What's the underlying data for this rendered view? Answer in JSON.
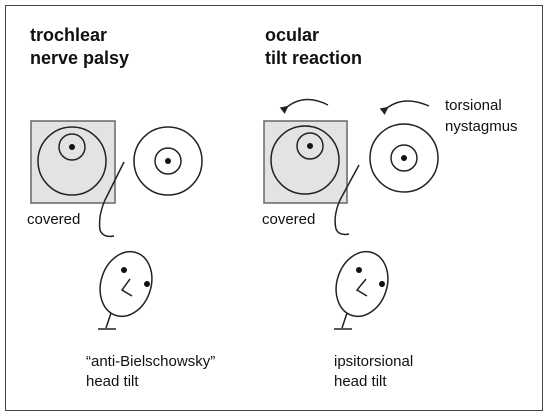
{
  "panels": [
    {
      "title_line1": "trochlear",
      "title_line2": "nerve palsy",
      "covered_label": "covered",
      "head_label_line1": "“anti-Bielschowsky”",
      "head_label_line2": "head tilt"
    },
    {
      "title_line1": "ocular",
      "title_line2": "tilt reaction",
      "covered_label": "covered",
      "nystagmus_label_line1": "torsional",
      "nystagmus_label_line2": "nystagmus",
      "head_label_line1": "ipsitorsional",
      "head_label_line2": "head tilt"
    }
  ],
  "colors": {
    "line": "#222222",
    "cover_fill": "#e3e3e3",
    "cover_stroke": "#666666"
  }
}
